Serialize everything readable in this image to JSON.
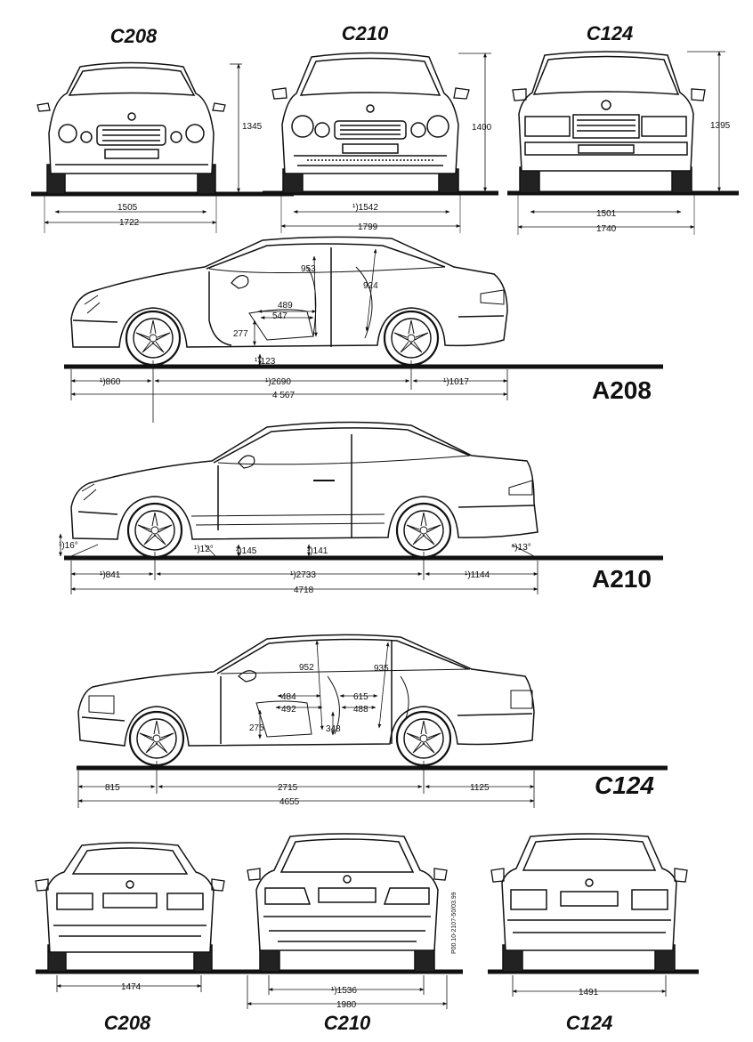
{
  "titles": {
    "front_c208": "C208",
    "front_c210": "C210",
    "front_c124": "C124",
    "side_a208": "A208",
    "side_a210": "A210",
    "side_c124": "C124",
    "rear_c208": "C208",
    "rear_c210": "C210",
    "rear_c124": "C124"
  },
  "front_views": {
    "c208": {
      "height": "1345",
      "track": "1505",
      "width": "1722"
    },
    "c210": {
      "height": "1400",
      "track": "¹)1542",
      "width": "1799"
    },
    "c124": {
      "height": "1395",
      "track": "1501",
      "width": "1740"
    }
  },
  "side_a208": {
    "headroom_front": "953",
    "headroom_rear": "924",
    "legroom_1": "489",
    "legroom_2": "547",
    "seat_height": "277",
    "ground_clearance": "¹)123",
    "front_overhang": "¹)860",
    "wheelbase": "¹)2690",
    "rear_overhang": "¹)1017",
    "length": "4 567"
  },
  "side_a210": {
    "approach_angle": "¹)16°",
    "ramp_angle": "¹)12°",
    "clearance_1": "²)145",
    "clearance_2": "³)141",
    "departure_angle": "⁴)13°",
    "front_overhang": "¹)841",
    "wheelbase": "¹)2733",
    "rear_overhang": "¹)1144",
    "length": "4718"
  },
  "side_c124": {
    "headroom_front": "952",
    "headroom_rear": "935",
    "legroom_1": "484",
    "legroom_2": "492",
    "legroom_3": "615",
    "legroom_4": "488",
    "seat_height": "275",
    "rear_seat_height": "348",
    "front_overhang": "815",
    "wheelbase": "2715",
    "rear_overhang": "1125",
    "length": "4655"
  },
  "rear_views": {
    "c208": {
      "track": "1474"
    },
    "c210": {
      "track": "¹)1536",
      "width": "1980",
      "code": "P00.10-2107-50/03.99"
    },
    "c124": {
      "track": "1491"
    }
  }
}
